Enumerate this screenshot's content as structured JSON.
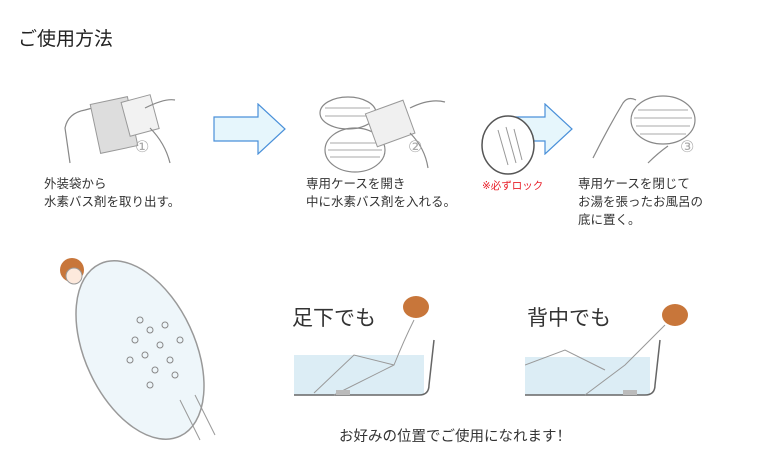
{
  "title": "ご使用方法",
  "steps": [
    {
      "number": "①",
      "caption": "外装袋から\n水素バス剤を取り出す。"
    },
    {
      "number": "②",
      "caption": "専用ケースを開き\n中に水素バス剤を入れる。"
    },
    {
      "number": "③",
      "caption": "専用ケースを閉じて\nお湯を張ったお風呂の\n底に置く。"
    }
  ],
  "lock_note": "※必ずロック",
  "positions": [
    {
      "label": "足下でも"
    },
    {
      "label": "背中でも"
    }
  ],
  "footer": "お好みの位置でご使用になれます！",
  "colors": {
    "arrow_fill": "#e6f6fc",
    "arrow_stroke": "#4a90d9",
    "water": "#dcedf5",
    "hair": "#c8763a",
    "note": "#e8202a"
  }
}
